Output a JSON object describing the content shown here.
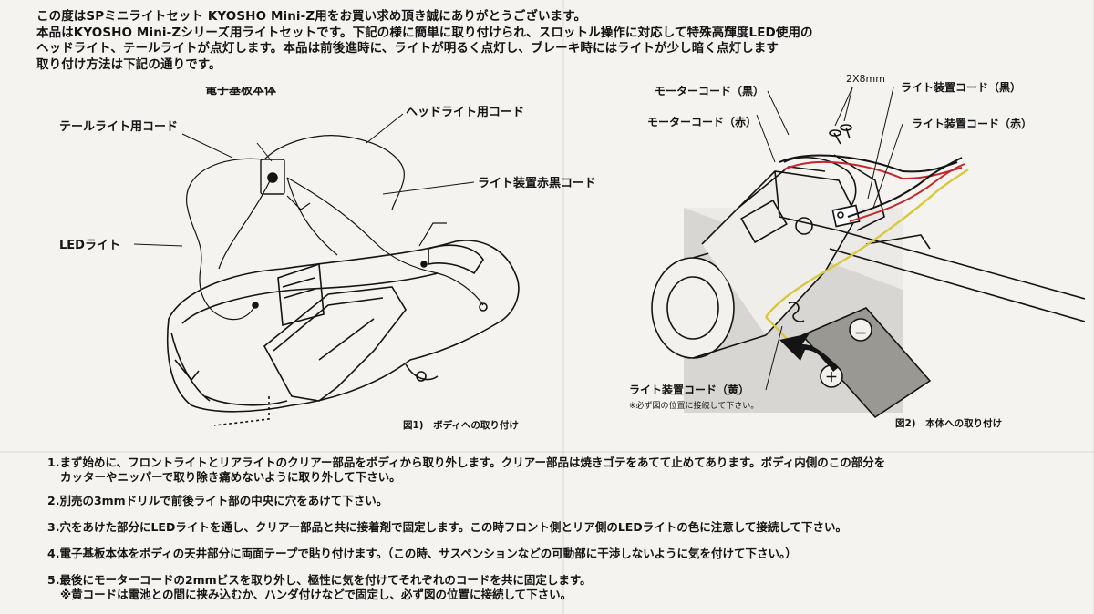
{
  "intro": {
    "line1": "この度はSPミニライトセット KYOSHO Mini-Z用をお買い求め頂き誠にありがとうございます。",
    "line2": "本品はKYOSHO Mini-Zシリーズ用ライトセットです。下記の様に簡単に取り付けられ、スロットル操作に対応して特殊高輝度LED使用の",
    "line3": "ヘッドライト、テールライトが点灯します。本品は前後進時に、ライトが明るく点灯し、ブレーキ時にはライトが少し暗く点灯します",
    "line4": "取り付け方法は下記の通りです。"
  },
  "figure1": {
    "label_board": "電子基板本体",
    "label_tail_cord": "テールライト用コード",
    "label_head_cord": "ヘッドライト用コード",
    "label_red_black": "ライト装置赤黒コード",
    "label_led": "LEDライト",
    "caption": "図1)　ボディへの取り付け"
  },
  "figure2": {
    "label_motor_black": "モーターコード（黒）",
    "label_motor_red": "モーターコード（赤）",
    "label_screw": "2X8mm",
    "label_light_black": "ライト装置コード（黒）",
    "label_light_red": "ライト装置コード（赤）",
    "label_light_yellow": "ライト装置コード（黄）",
    "note": "※必ず図の位置に接続して下さい。",
    "caption": "図2)　本体への取り付け",
    "minus": "－",
    "plus": "＋"
  },
  "steps": {
    "s1a": "1.まず始めに、フロントライトとリアライトのクリアー部品をボディから取り外します。クリアー部品は焼きゴテをあてて止めてあります。ボディ内側のこの部分を",
    "s1b": "カッターやニッパーで取り除き痛めないように取り外して下さい。",
    "s2": "2.別売の3mmドリルで前後ライト部の中央に穴をあけて下さい。",
    "s3": "3.穴をあけた部分にLEDライトを通し、クリアー部品と共に接着剤で固定します。この時フロント側とリア側のLEDライトの色に注意して接続して下さい。",
    "s4": "4.電子基板本体をボディの天井部分に両面テープで貼り付けます。（この時、サスペンションなどの可動部に干渉しないように気を付けて下さい。）",
    "s5a": "5.最後にモーターコードの2mmビスを取り外し、極性に気を付けてそれぞれのコードを共に固定します。",
    "s5b": "※黄コードは電池との間に挟み込むか、ハンダ付けなどで固定し、必ず図の位置に接続して下さい。"
  },
  "colors": {
    "ink": "#141414",
    "paper": "#f4f3f0",
    "wire_red": "#c0282c",
    "wire_yellow": "#d8c840"
  }
}
